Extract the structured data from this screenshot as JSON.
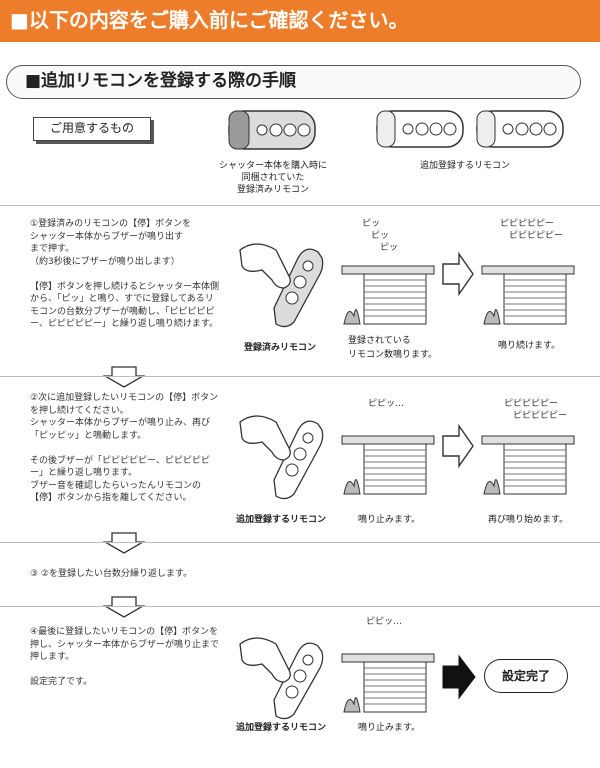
{
  "banner": {
    "title": "■以下の内容をご購入前にご確認ください。"
  },
  "section": {
    "title": "■追加リモコンを登録する際の手順"
  },
  "prep": {
    "label": "ご用意するもの",
    "registered_remote_caption": "シャッター本体を購入時に\n同梱されていた\n登録済みリモコン",
    "additional_remote_caption": "追加登録するリモコン"
  },
  "steps": [
    {
      "text": "①登録済みのリモコンの【停】ボタンを\nシャッター本体からブザーが鳴り出す\nまで押す。\n（約3秒後にブザーが鳴り出します）\n\n【停】ボタンを押し続けるとシャッター本体側から、「ピッ」と鳴り、すでに登録してあるリモコンの台数分ブザーが鳴動し、「ピピピピピー、ピピピピピー」と繰り返し鳴り続けます。",
      "remote_label": "登録済みリモコン",
      "beep_left": "ピッ\n　ピッ\n　　ピッ",
      "beep_right": "ピピピピピー\n　ピピピピピー",
      "caption_left": "登録されている\nリモコン数鳴ります。",
      "caption_right": "鳴り続けます。"
    },
    {
      "text": "②次に追加登録したいリモコンの【停】ボタンを押し続けてください。\nシャッター本体からブザーが鳴り止み、再び「ピッピッ」と鳴動します。\n\nその後ブザーが「ピピピピピー、ピピピピピー」と繰り返し鳴ります。\nブザー音を確認したらいったんリモコンの【停】ボタンから指を離してください。",
      "remote_label": "追加登録するリモコン",
      "beep_left": "ピピッ…",
      "beep_right": "ピピピピピー\n　ピピピピピー",
      "caption_left": "鳴り止みます。",
      "caption_right": "再び鳴り始めます。"
    },
    {
      "text": "③ ②を登録したい台数分繰り返します。"
    },
    {
      "text": "④最後に登録したいリモコンの【停】ボタンを押し、シャッター本体からブザーが鳴り止まで押します。\n\n設定完了です。",
      "remote_label": "追加登録するリモコン",
      "beep_left": "ピピッ…",
      "caption_left": "鳴り止みます。",
      "done_label": "設定完了"
    }
  ],
  "colors": {
    "banner": "#ee7d2b",
    "arrow_dark": "#111111"
  }
}
